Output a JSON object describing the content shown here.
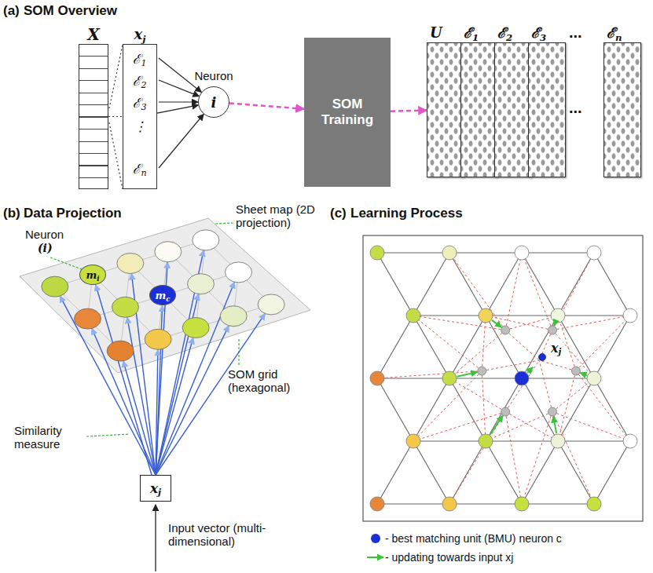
{
  "diagram": {
    "nodes": [
      {
        "text": [
          "X"
        ]
      },
      {
        "text": [
          "xj",
          "ℰ1",
          "ℰ2",
          "ℰ3",
          "⋮",
          "ℰn"
        ]
      },
      {
        "text": [
          "Neuron",
          "i"
        ]
      },
      {
        "text": [
          "SOM Training"
        ]
      },
      {
        "text": [
          "U"
        ]
      },
      {
        "text": [
          "ℰ1"
        ]
      },
      {
        "text": [
          "ℰ2"
        ]
      },
      {
        "text": [
          "ℰ3"
        ]
      },
      {
        "text": [
          "ℰn"
        ]
      },
      {
        "text": [
          "mi"
        ]
      },
      {
        "text": [
          "mc"
        ]
      },
      {
        "text": [
          "xj"
        ]
      }
    ],
    "edges": [
      {
        "from": 0,
        "to": 1,
        "arrow": "none"
      },
      {
        "from": 1,
        "to": 2,
        "arrow": "to"
      },
      {
        "from": 2,
        "to": 3,
        "arrow": "to"
      },
      {
        "from": 3,
        "to": 4,
        "arrow": "to"
      },
      {
        "from": 11,
        "to": 9,
        "arrow": "to"
      },
      {
        "from": 11,
        "to": 10,
        "arrow": "to"
      }
    ],
    "labels": [
      "(a)",
      "SOM Overview",
      "...",
      "...",
      "(b)",
      "Data Projection",
      "Neuron",
      "(i)",
      "Sheet map (2D projection)",
      "SOM grid (hexagonal)",
      "Similarity measure",
      "Input vector (multi-dimensional)",
      "(c)",
      "Learning Process",
      "xj"
    ],
    "legend": [
      {
        "text": "- best matching unit (BMU) neuron c",
        "color": "#1a2fd6"
      },
      {
        "text": "- updating towards input xj"
      }
    ]
  }
}
